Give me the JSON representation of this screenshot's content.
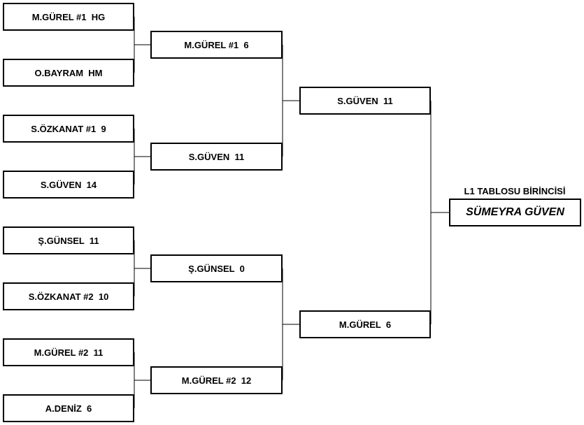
{
  "round1": [
    "M.GÜREL #1  HG",
    "O.BAYRAM  HM",
    "S.ÖZKANAT #1  9",
    "S.GÜVEN  14",
    "Ş.GÜNSEL  11",
    "S.ÖZKANAT #2  10",
    "M.GÜREL #2  11",
    "A.DENİZ  6"
  ],
  "round2": [
    "M.GÜREL #1  6",
    "S.GÜVEN  11",
    "Ş.GÜNSEL  0",
    "M.GÜREL #2  12"
  ],
  "round3": [
    "S.GÜVEN  11",
    "M.GÜREL  6"
  ],
  "winner": {
    "title": "L1 TABLOSU BİRİNCİSİ",
    "name": "SÜMEYRA GÜVEN"
  }
}
